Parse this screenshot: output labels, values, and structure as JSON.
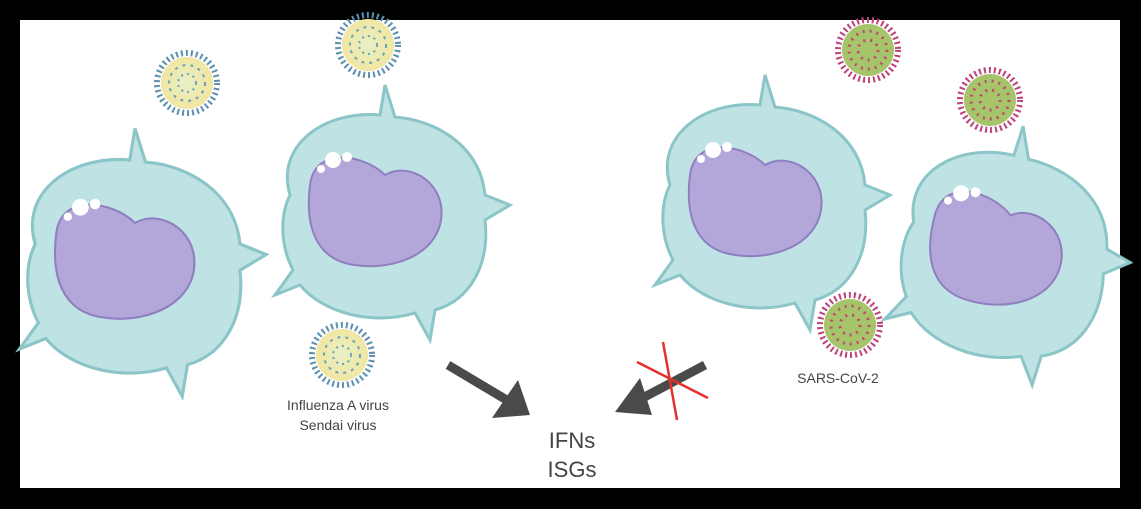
{
  "labels": {
    "flu_line1": "Influenza A virus",
    "flu_line2": "Sendai virus",
    "sars": "SARS-CoV-2",
    "out_line1": "IFNs",
    "out_line2": "ISGs"
  },
  "colors": {
    "cell": "#bfe3e4",
    "cell_edge": "#8cc5c8",
    "nucleus": "#b3a6d8",
    "nucleus_edge": "#8f7fc0",
    "flu_virus": "#f1ebae",
    "flu_spikes": "#5a8fb0",
    "sars_virus": "#a6c46a",
    "sars_spikes": "#c0407a",
    "arrow": "#4a4a4a",
    "block_x": "#e53030"
  }
}
